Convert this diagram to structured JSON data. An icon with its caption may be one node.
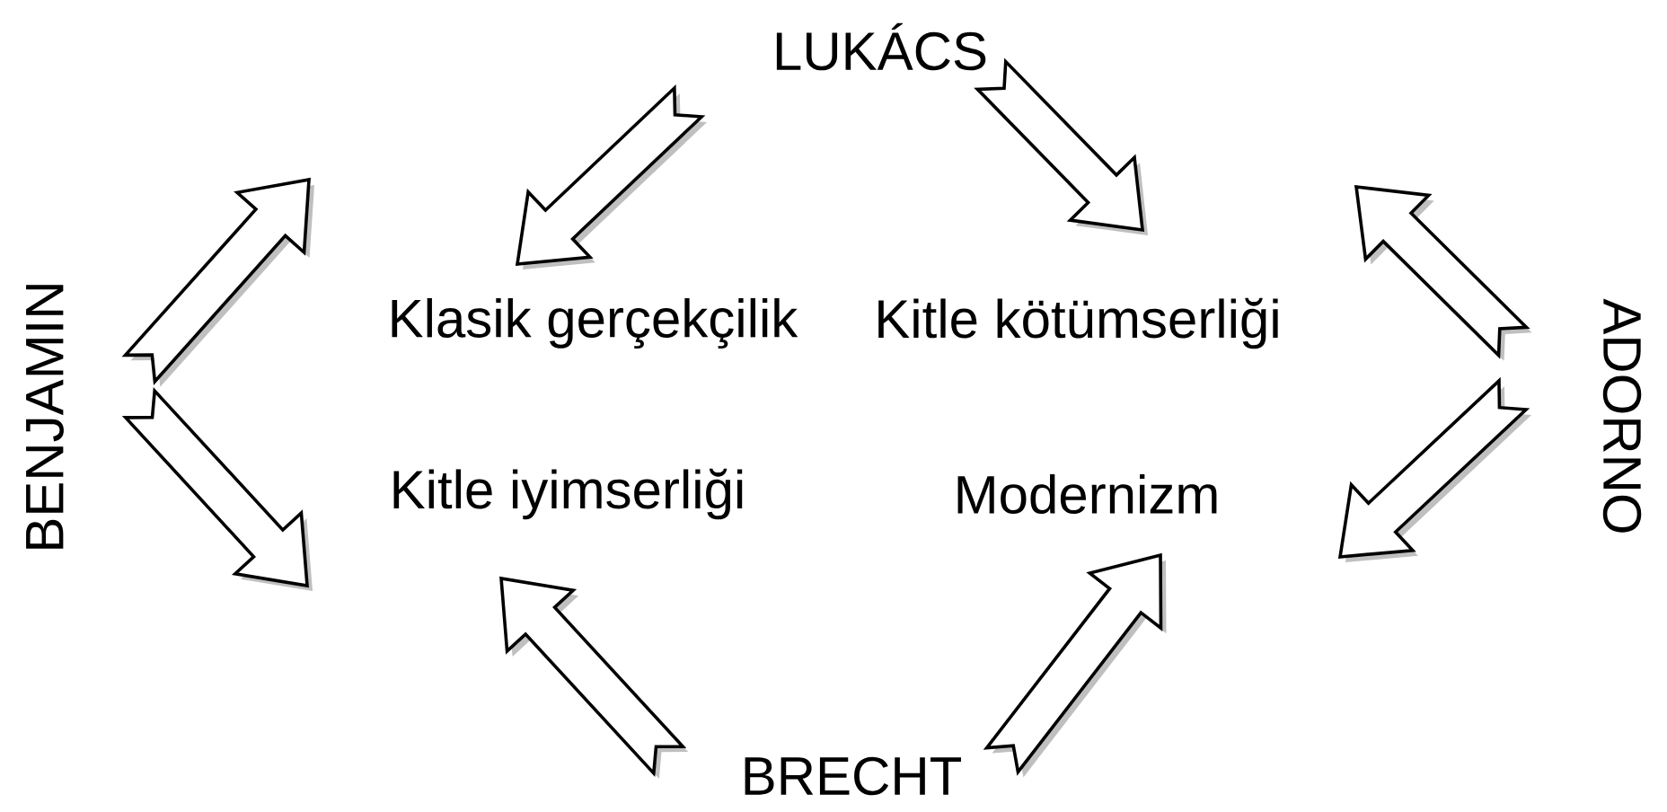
{
  "diagram": {
    "nodes": [
      {
        "text": [
          "LUKÁCS"
        ]
      },
      {
        "text": [
          "BENJAMIN"
        ]
      },
      {
        "text": [
          "Klasik gerçekçilik"
        ]
      },
      {
        "text": [
          "Kitle kötümserliği"
        ]
      },
      {
        "text": [
          "ADORNO"
        ]
      },
      {
        "text": [
          "Kitle iyimserliği"
        ]
      },
      {
        "text": [
          "Modernizm"
        ]
      },
      {
        "text": [
          "BRECHT"
        ]
      }
    ],
    "edges": [
      {
        "from": 0,
        "to": 2,
        "arrow": "to"
      },
      {
        "from": 0,
        "to": 3,
        "arrow": "to"
      },
      {
        "from": 1,
        "to": 2,
        "arrow": "to"
      },
      {
        "from": 1,
        "to": 5,
        "arrow": "to"
      },
      {
        "from": 4,
        "to": 3,
        "arrow": "to"
      },
      {
        "from": 4,
        "to": 6,
        "arrow": "to"
      },
      {
        "from": 7,
        "to": 5,
        "arrow": "to"
      },
      {
        "from": 7,
        "to": 6,
        "arrow": "to"
      }
    ]
  }
}
